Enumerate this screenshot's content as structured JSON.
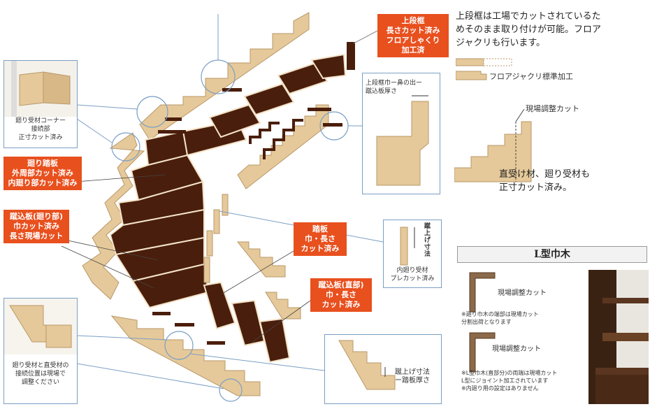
{
  "labels": {
    "top_frame_tag": "上段框\n長さカット済み\nフロアしゃくり\n加工済",
    "corner_tag": "廻り踏板\n外周部カット済み\n内廻り部カット済み",
    "riser_curve_tag": "蹴込板(廻り部)\n巾カット済み\n長さ現場カット",
    "tread_tag": "踏板\n巾・長さ\nカット済み",
    "riser_straight_tag": "蹴込板(直部)\n巾・長さ\nカット済み"
  },
  "callouts": {
    "corner_joint": "廻り受材コーナー\n接続部\n正寸カット済み",
    "top_frame_detail": "上段框巾ー鼻の出ー\n蹴込板厚さ",
    "inner_stringer": "内廻り受材\nプレカット済み",
    "rise_dimension": "蹴\n上\nげ\n寸\n法",
    "joint_position": "廻り受材と直受材の\n接続位置は現場で\n調整ください",
    "bottom_dimension": "蹴上げ寸法\nー踏板厚さ"
  },
  "right_panel": {
    "intro": "上段框は工場でカットされているた\nめそのまま取り付けが可能。フロア\nジャクリも行います。",
    "floor_groove": "フロアジャクリ標準加工",
    "site_cut": "現場調整カット",
    "stringer_note": "直受け材、廻り受材も\n正寸カット済み。",
    "l_baseboard_title": "L型巾木",
    "baseboard_cut_1": "現場調整カット",
    "baseboard_note_1": "※廻り巾木の端部は現場カット\n分割出荷となります",
    "baseboard_cut_2": "現場調整カット",
    "baseboard_note_2": "※L型巾木(直部分)の両端は現場カット\nL型にジョイント加工されています\n※内廻り用の設定はありません"
  },
  "colors": {
    "accent": "#e8501e",
    "tread": "#4a1e0c",
    "wood": "#e6c99a",
    "wood_edge": "#b89868",
    "callout_line": "#7a9fc4"
  }
}
